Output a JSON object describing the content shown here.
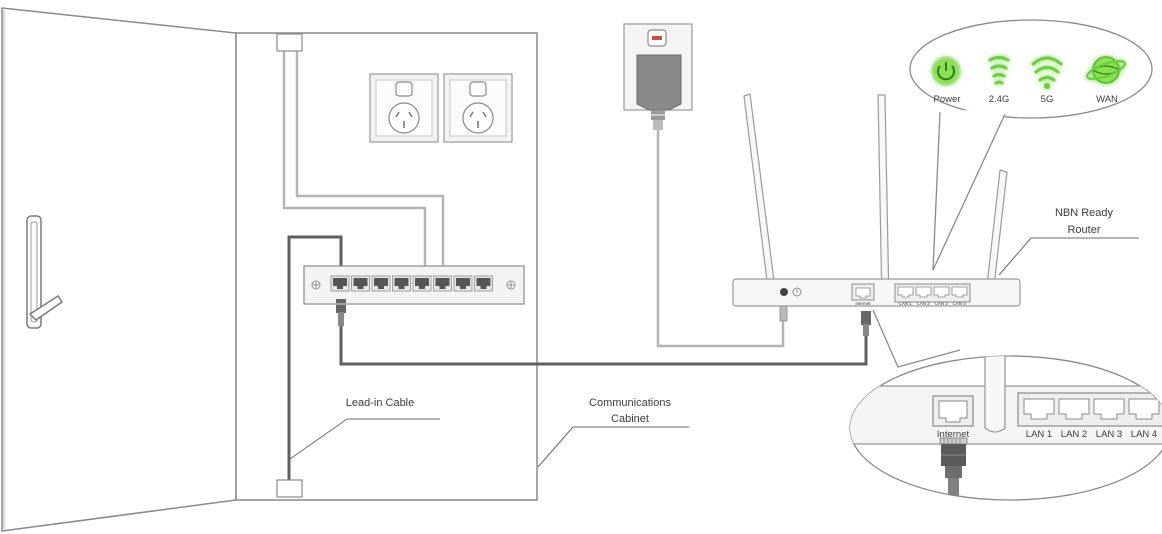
{
  "labels": {
    "router_line1": "NBN  Ready",
    "router_line2": "Router",
    "leadin": "Lead-in Cable",
    "cabinet_line1": "Communications",
    "cabinet_line2": "Cabinet"
  },
  "indicators": [
    {
      "label": "Power",
      "icon": "power-icon"
    },
    {
      "label": "2.4G",
      "icon": "wifi-icon"
    },
    {
      "label": "5G",
      "icon": "wifi-icon"
    },
    {
      "label": "WAN",
      "icon": "globe-icon"
    }
  ],
  "router_ports": {
    "internet": "Internet",
    "lan": [
      "LAN 1",
      "LAN 2",
      "LAN 3",
      "LAN 4"
    ]
  },
  "zoom_ports": {
    "internet": "Internet",
    "lan": [
      "LAN 1",
      "LAN 2",
      "LAN 3",
      "LAN 4"
    ]
  },
  "colors": {
    "line": "#6b6b6b",
    "light_cable": "#b4b4b4",
    "dark_cable": "#5f5f5f",
    "led_green": "#6ccf3a",
    "device_fill": "#f3f3f3"
  }
}
